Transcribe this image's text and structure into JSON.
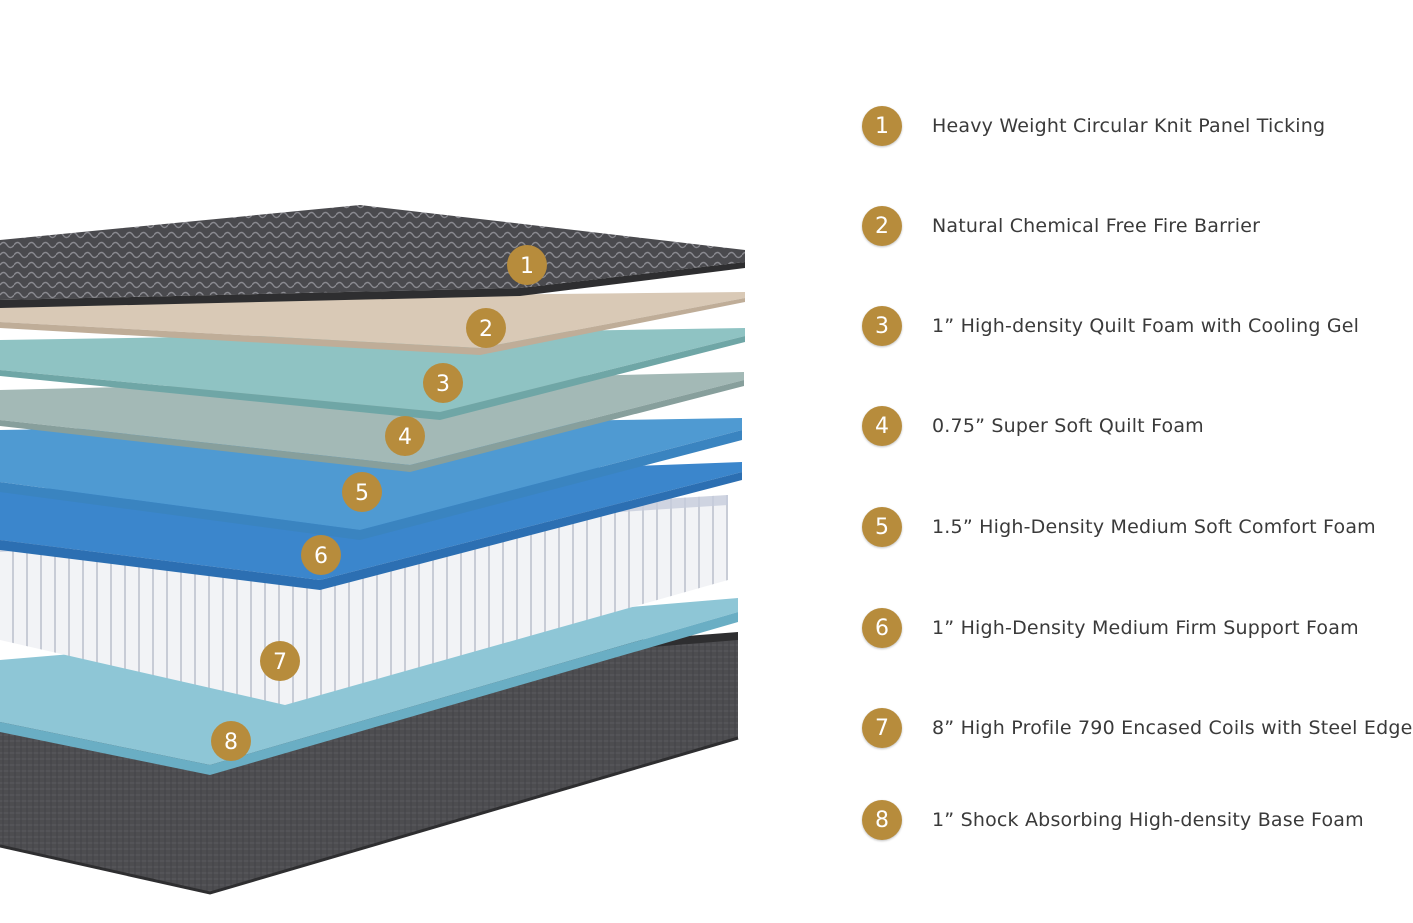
{
  "layers": [
    {
      "number": "1",
      "label": "Heavy Weight Circular Knit Panel Ticking",
      "color": "#4a4a4e"
    },
    {
      "number": "2",
      "label": "Natural Chemical Free Fire Barrier",
      "color": "#d9c9b6"
    },
    {
      "number": "3",
      "label": "1” High-density Quilt Foam with Cooling Gel",
      "color": "#8fc3c3"
    },
    {
      "number": "4",
      "label": "0.75” Super Soft Quilt Foam",
      "color": "#a3b9b6"
    },
    {
      "number": "5",
      "label": "1.5” High-Density Medium Soft Comfort Foam",
      "color": "#4f9ad2"
    },
    {
      "number": "6",
      "label": "1” High-Density Medium Firm Support Foam",
      "color": "#3b86cc"
    },
    {
      "number": "7",
      "label": "8” High Profile 790 Encased Coils with Steel Edge",
      "color": "#e9ecf2"
    },
    {
      "number": "8",
      "label": "1” Shock Absorbing High-density Base Foam",
      "color": "#8ec6d6"
    }
  ],
  "colors": {
    "badge": "#b78c3c",
    "badge_text": "#ffffff",
    "label_text": "#3a3a3a",
    "base": "#4d4d50"
  },
  "icons": {
    "badge": "numbered-circle"
  }
}
